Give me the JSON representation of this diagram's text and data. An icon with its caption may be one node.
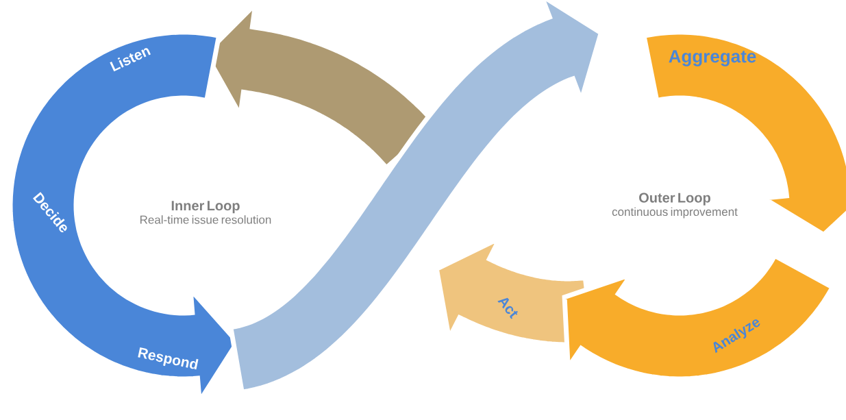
{
  "diagram": {
    "nodes": [
      {
        "text": [
          "Inner Loop",
          "Real-time issue resolution"
        ]
      },
      {
        "text": [
          "Outer Loop",
          "continuous improvement"
        ]
      }
    ],
    "labels": [
      "Listen",
      "Decide",
      "Respond",
      "Aggregate",
      "Act",
      "Analyze"
    ]
  }
}
